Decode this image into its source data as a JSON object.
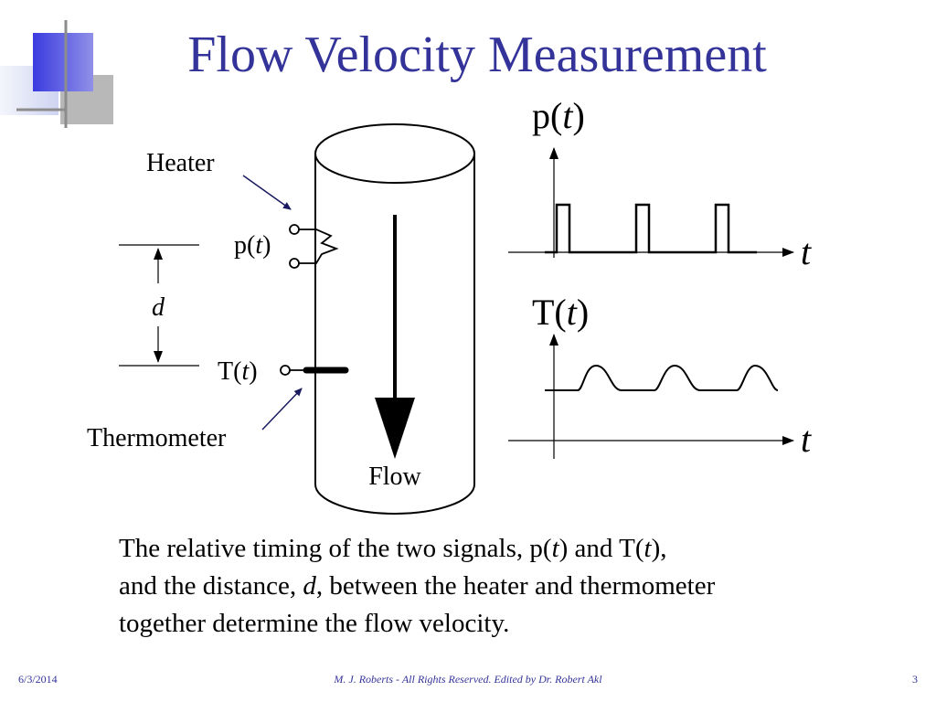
{
  "slide": {
    "title": "Flow Velocity Measurement",
    "colors": {
      "title": "#33339A",
      "footer": "#33339A",
      "accent_blue": "#3B3BE0",
      "accent_gray": "#A0A0A0",
      "arrow_navy": "#1A1A60"
    }
  },
  "diagram": {
    "heater_label": "Heater",
    "thermometer_label": "Thermometer",
    "p_label": {
      "pre": "p(",
      "var": "t",
      "post": ")"
    },
    "T_label": {
      "pre": "T(",
      "var": "t",
      "post": ")"
    },
    "distance_label": "d",
    "flow_label": "Flow"
  },
  "graphs": {
    "top": {
      "ylabel_pre": "p(",
      "ylabel_var": "t",
      "ylabel_post": ")",
      "xlabel": "t"
    },
    "bottom": {
      "ylabel_pre": "T(",
      "ylabel_var": "t",
      "ylabel_post": ")",
      "xlabel": "t"
    }
  },
  "caption": {
    "line1": {
      "a": "The relative timing of the two signals, p(",
      "b": "t",
      "c": ") and T(",
      "d": "t",
      "e": "),"
    },
    "line2": {
      "a": "and the distance, ",
      "b": "d",
      "c": ", between the heater and thermometer"
    },
    "line3": "together determine the flow velocity."
  },
  "footer": {
    "date": "6/3/2014",
    "credit": "M. J. Roberts - All Rights Reserved. Edited by Dr. Robert Akl",
    "page": "3"
  }
}
